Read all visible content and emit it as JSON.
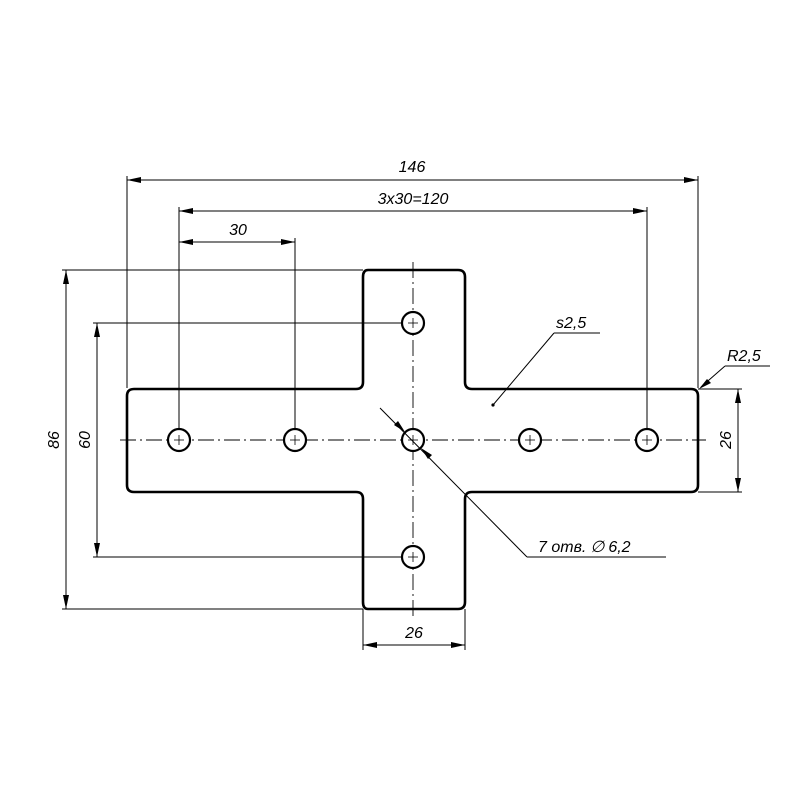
{
  "dimensions": {
    "overall_width": "146",
    "hole_span": "3x30=120",
    "hole_pitch": "30",
    "overall_height": "86",
    "vertical_hole_span": "60",
    "arm_width_vertical": "26",
    "arm_width_horizontal": "26",
    "corner_radius": "R2,5",
    "thickness": "s2,5",
    "holes_note": "7 отв.",
    "hole_diameter": "6,2"
  },
  "symbols": {
    "diameter_symbol": "∅"
  }
}
